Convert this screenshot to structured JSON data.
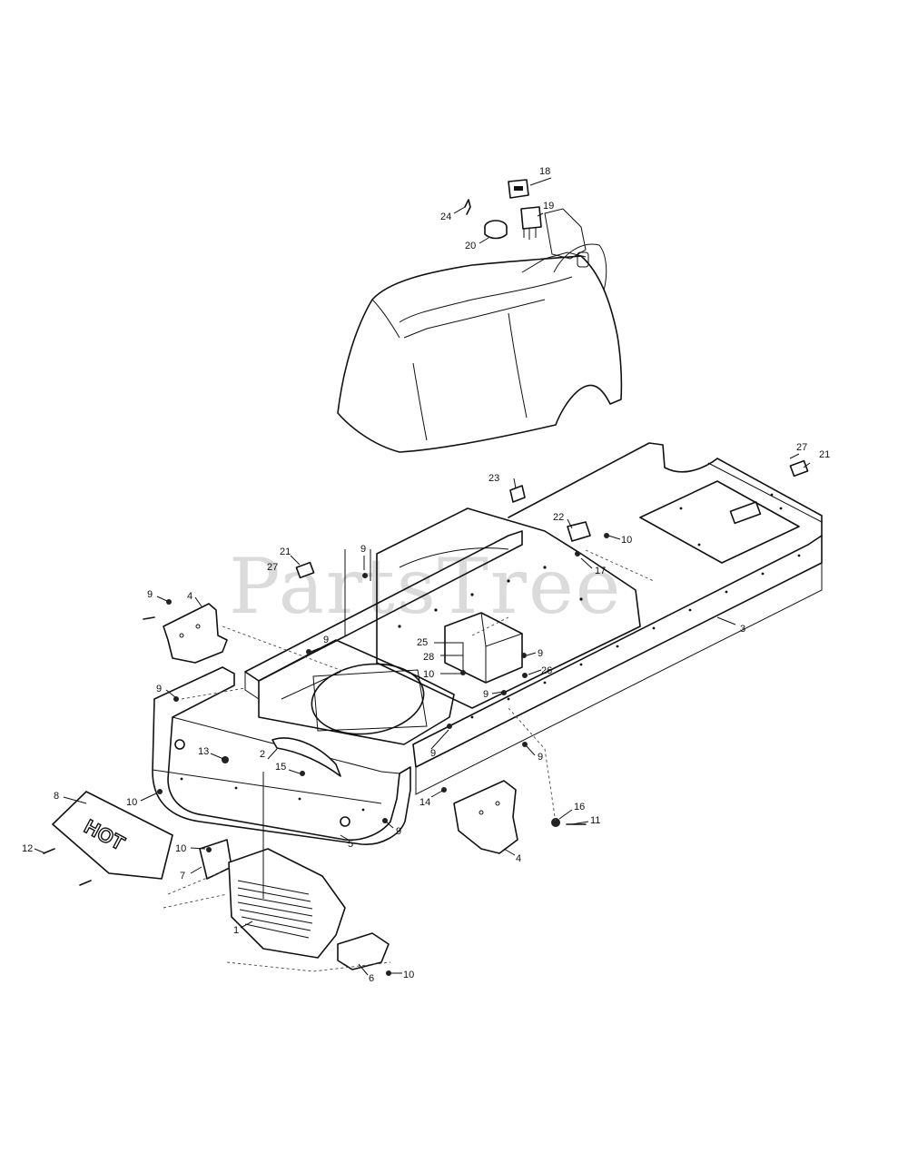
{
  "watermark": "PartsTree",
  "decal_text": "HOT",
  "callouts": [
    {
      "id": "c18",
      "text": "18"
    },
    {
      "id": "c19",
      "text": "19"
    },
    {
      "id": "c24",
      "text": "24"
    },
    {
      "id": "c20",
      "text": "20"
    },
    {
      "id": "c27a",
      "text": "27"
    },
    {
      "id": "c21a",
      "text": "21"
    },
    {
      "id": "c23",
      "text": "23"
    },
    {
      "id": "c22",
      "text": "22"
    },
    {
      "id": "c10a",
      "text": "10"
    },
    {
      "id": "c17",
      "text": "17"
    },
    {
      "id": "c21b",
      "text": "21"
    },
    {
      "id": "c9a",
      "text": "9"
    },
    {
      "id": "c27b",
      "text": "27"
    },
    {
      "id": "c9b",
      "text": "9"
    },
    {
      "id": "c4a",
      "text": "4"
    },
    {
      "id": "c9c",
      "text": "9"
    },
    {
      "id": "c3",
      "text": "3"
    },
    {
      "id": "c25",
      "text": "25"
    },
    {
      "id": "c28",
      "text": "28"
    },
    {
      "id": "c10b",
      "text": "10"
    },
    {
      "id": "c9d",
      "text": "9"
    },
    {
      "id": "c26",
      "text": "26"
    },
    {
      "id": "c9e",
      "text": "9"
    },
    {
      "id": "c9f",
      "text": "9"
    },
    {
      "id": "c9g",
      "text": "9"
    },
    {
      "id": "c2",
      "text": "2"
    },
    {
      "id": "c13",
      "text": "13"
    },
    {
      "id": "c15",
      "text": "15"
    },
    {
      "id": "c9h",
      "text": "9"
    },
    {
      "id": "c8",
      "text": "8"
    },
    {
      "id": "c10c",
      "text": "10"
    },
    {
      "id": "c14",
      "text": "14"
    },
    {
      "id": "c16",
      "text": "16"
    },
    {
      "id": "c11",
      "text": "11"
    },
    {
      "id": "c5",
      "text": "5"
    },
    {
      "id": "c9i",
      "text": "9"
    },
    {
      "id": "c12",
      "text": "12"
    },
    {
      "id": "c10d",
      "text": "10"
    },
    {
      "id": "c4b",
      "text": "4"
    },
    {
      "id": "c7",
      "text": "7"
    },
    {
      "id": "c1",
      "text": "1"
    },
    {
      "id": "c6",
      "text": "6"
    },
    {
      "id": "c10e",
      "text": "10"
    }
  ]
}
